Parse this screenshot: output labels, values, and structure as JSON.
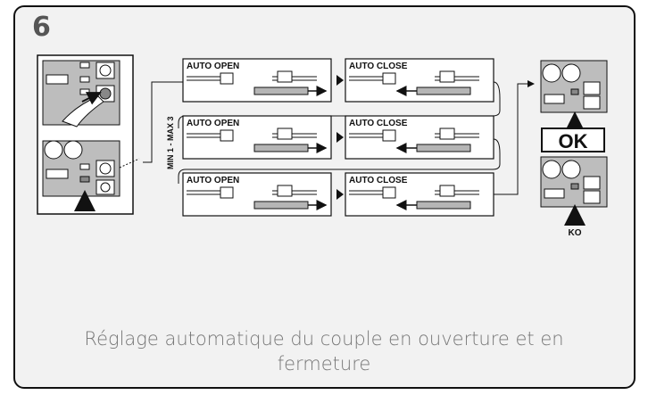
{
  "step_number": "6",
  "boxes": [
    {
      "label": "AUTO OPEN",
      "arrow": "right"
    },
    {
      "label": "AUTO CLOSE",
      "arrow": "left"
    },
    {
      "label": "AUTO OPEN",
      "arrow": "right"
    },
    {
      "label": "AUTO CLOSE",
      "arrow": "left"
    },
    {
      "label": "AUTO OPEN",
      "arrow": "right"
    },
    {
      "label": "AUTO CLOSE",
      "arrow": "left"
    }
  ],
  "repeat_label": "MIN 1 - MAX 3",
  "result_ok": "OK",
  "result_ko": "KO",
  "caption": "Réglage automatique du couple en ouverture et en fermeture",
  "colors": {
    "frame_fill": "#f2f2f2",
    "panel_fill": "#b5b5b5",
    "caption": "#777777",
    "stroke": "#111111"
  }
}
